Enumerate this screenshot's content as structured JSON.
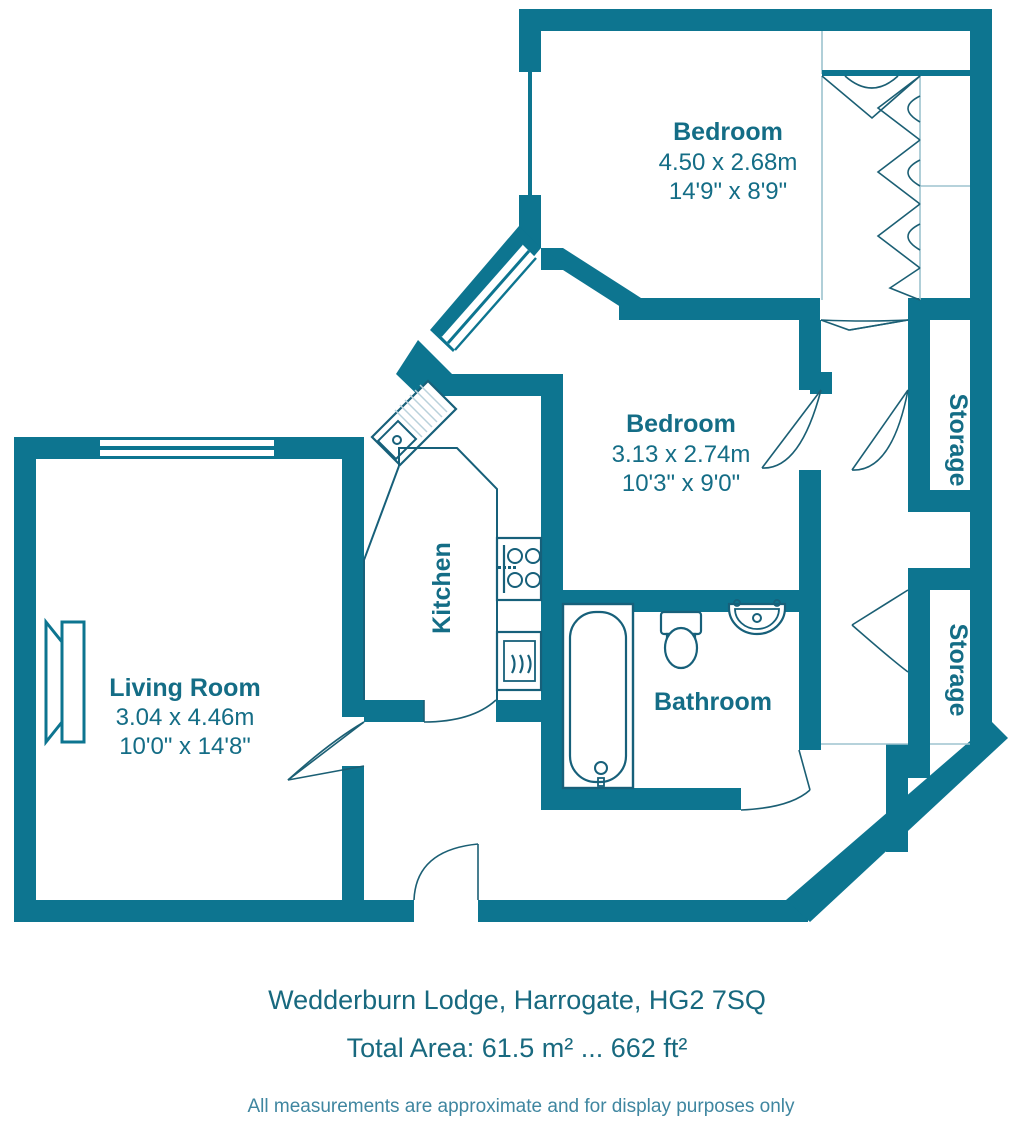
{
  "plan": {
    "colors": {
      "wall": "#0d7590",
      "text": "#146d86",
      "fixture_stroke": "#17607a",
      "hairline": "#9dc3cf",
      "background": "#ffffff"
    },
    "rooms": [
      {
        "id": "bedroom-1",
        "name": "Bedroom",
        "dim_metric": "4.50 x 2.68m",
        "dim_imperial": "14'9\" x 8'9\"",
        "orientation": "horizontal"
      },
      {
        "id": "bedroom-2",
        "name": "Bedroom",
        "dim_metric": "3.13 x 2.74m",
        "dim_imperial": "10'3\" x 9'0\"",
        "orientation": "horizontal"
      },
      {
        "id": "living-room",
        "name": "Living Room",
        "dim_metric": "3.04 x 4.46m",
        "dim_imperial": "10'0\" x 14'8\"",
        "orientation": "horizontal"
      },
      {
        "id": "kitchen",
        "name": "Kitchen",
        "dim_metric": "",
        "dim_imperial": "",
        "orientation": "vertical"
      },
      {
        "id": "bathroom",
        "name": "Bathroom",
        "dim_metric": "",
        "dim_imperial": "",
        "orientation": "horizontal"
      },
      {
        "id": "storage-upper",
        "name": "Storage",
        "dim_metric": "",
        "dim_imperial": "",
        "orientation": "vertical"
      },
      {
        "id": "storage-lower",
        "name": "Storage",
        "dim_metric": "",
        "dim_imperial": "",
        "orientation": "vertical"
      }
    ],
    "fixtures": [
      "kitchen-sink-icon",
      "kitchen-hob-icon",
      "kitchen-oven-icon",
      "bathroom-bath-icon",
      "bathroom-toilet-icon",
      "bathroom-basin-icon",
      "living-room-bay-window-icon",
      "wardrobe-bifold-doors-icon"
    ]
  },
  "caption": {
    "address": "Wedderburn Lodge, Harrogate, HG2 7SQ",
    "area": "Total Area: 61.5 m² ... 662 ft²",
    "disclaimer": "All measurements are approximate and for display purposes only"
  }
}
